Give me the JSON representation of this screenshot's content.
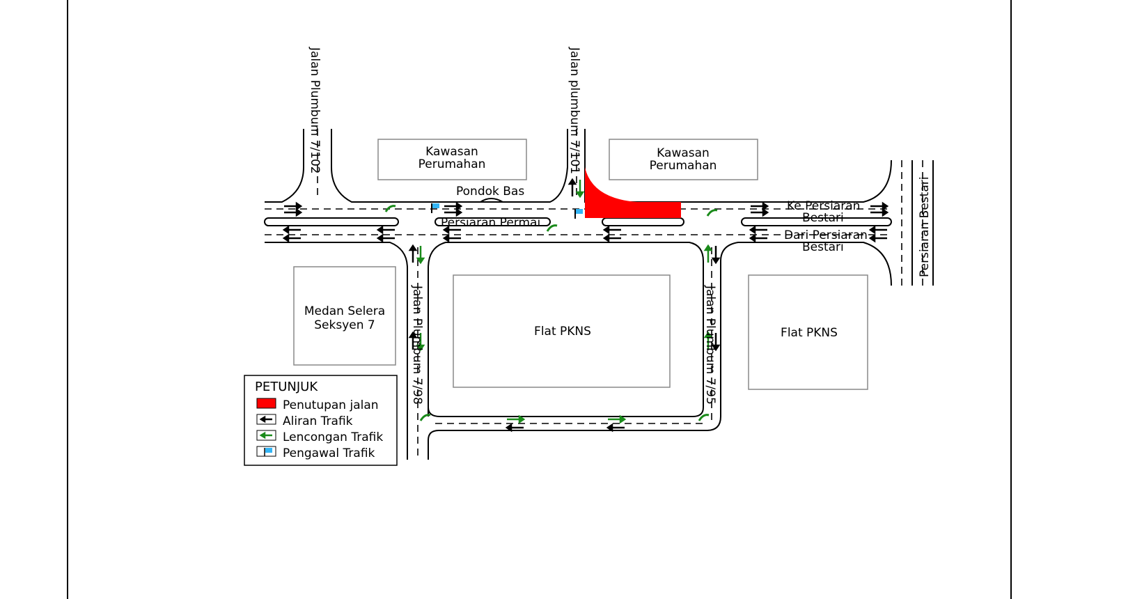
{
  "map": {
    "roads": {
      "plumbum_7_102": "Jalan Plumbum 7/102",
      "plumbum_7_101": "Jalan plumbum 7/101",
      "plumbum_7_98": "Jalan Plumbum 7/98",
      "plumbum_7_95": "Jalan Plumbum 7/95",
      "persiaran_permai": "Persiaran Permai",
      "persiaran_bestari": "Persiaran Bestari",
      "ke_bestari_1": "Ke Persiaran",
      "ke_bestari_2": "Bestari",
      "dari_bestari_1": "Dari Persiaran",
      "dari_bestari_2": "Bestari"
    },
    "places": {
      "kawasan1_l1": "Kawasan",
      "kawasan1_l2": "Perumahan",
      "kawasan2_l1": "Kawasan",
      "kawasan2_l2": "Perumahan",
      "pondok_bas": "Pondok Bas",
      "medan_l1": "Medan Selera",
      "medan_l2": "Seksyen 7",
      "flat1": "Flat PKNS",
      "flat2": "Flat PKNS"
    },
    "colors": {
      "closure": "#ff0000",
      "detour": "#1a8a1a",
      "marshal": "#33b5f5"
    }
  },
  "legend": {
    "title": "PETUNJUK",
    "items": [
      {
        "label": "Penutupan jalan",
        "icon": "closure-swatch"
      },
      {
        "label": "Aliran Trafik",
        "icon": "black-arrow"
      },
      {
        "label": "Lencongan Trafik",
        "icon": "green-arrow"
      },
      {
        "label": "Pengawal Trafik",
        "icon": "flag"
      }
    ]
  }
}
